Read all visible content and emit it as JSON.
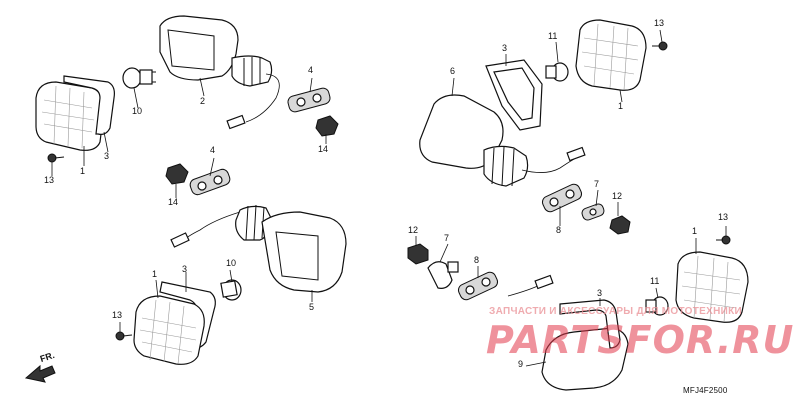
{
  "diagram": {
    "code": "MFJ4F2500",
    "direction_label": "FR.",
    "watermark_text": "ЗАПЧАСТИ И АКСЕССУАРЫ ДЛЯ МОТОТЕХНИКИ",
    "watermark_logo": "PARTSFOR.RU"
  },
  "callouts": [
    "1",
    "2",
    "3",
    "4",
    "5",
    "6",
    "7",
    "8",
    "9",
    "10",
    "11",
    "12",
    "13",
    "14"
  ]
}
